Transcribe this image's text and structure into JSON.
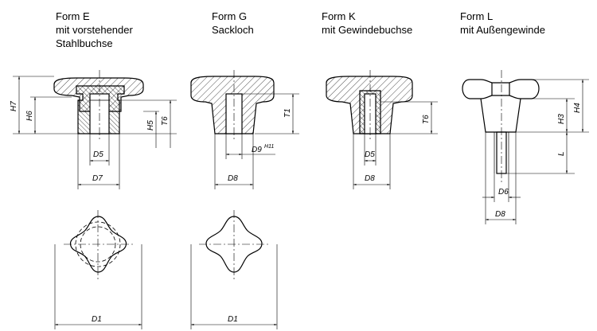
{
  "forms": {
    "e": {
      "title": "Form E",
      "line1": "mit vorstehender",
      "line2": "Stahlbuchse"
    },
    "g": {
      "title": "Form G",
      "line1": "Sackloch"
    },
    "k": {
      "title": "Form K",
      "line1": "mit Gewindebuchse"
    },
    "l": {
      "title": "Form L",
      "line1": "mit Außengewinde"
    }
  },
  "dims": {
    "h7": "H7",
    "h6": "H6",
    "h5": "H5",
    "t6": "T6",
    "d5": "D5",
    "d7": "D7",
    "t1": "T1",
    "d9": "D9",
    "d9_tol": "H11",
    "d8": "D8",
    "h4": "H4",
    "h3": "H3",
    "l": "L",
    "d6": "D6",
    "d1": "D1"
  },
  "colors": {
    "line": "#000000",
    "hatch": "#000000",
    "background": "#ffffff"
  }
}
